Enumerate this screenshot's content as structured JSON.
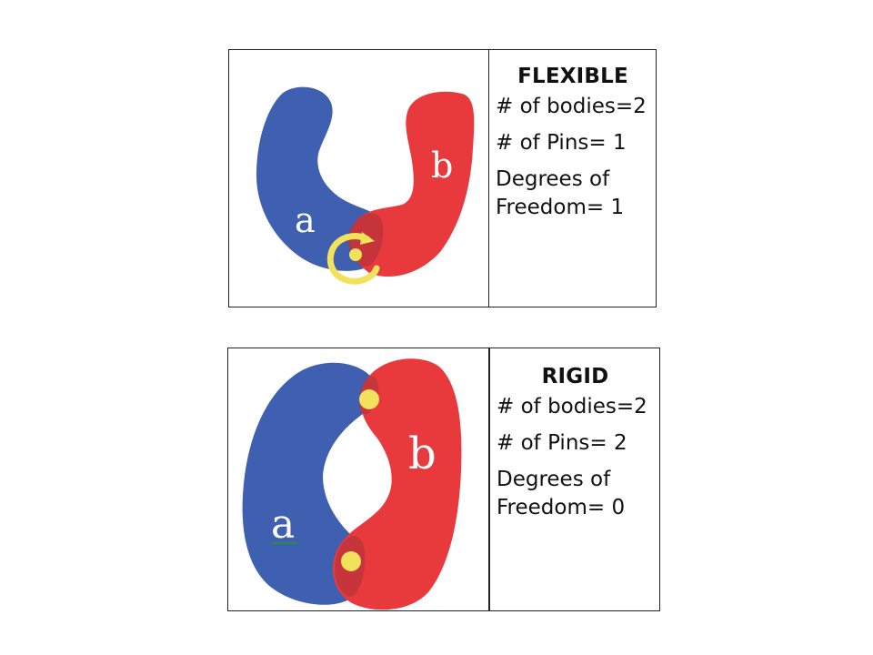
{
  "panels": [
    {
      "title": "FLEXIBLE",
      "bodies_line": "# of bodies=2",
      "pins_line": "# of Pins= 1",
      "dof_line": "Degrees of Freedom= 1",
      "body_a_label": "a",
      "body_b_label": "b"
    },
    {
      "title": "RIGID",
      "bodies_line": "# of bodies=2",
      "pins_line": "# of Pins= 2",
      "dof_line": "Degrees of Freedom= 0",
      "body_a_label": "a",
      "body_b_label": "b"
    }
  ],
  "colors": {
    "body_a": "#3f5fb0",
    "body_b": "#e83a3d",
    "pin": "#f2e15a",
    "rotation_arrow": "#f2e15a",
    "border": "#222222"
  }
}
